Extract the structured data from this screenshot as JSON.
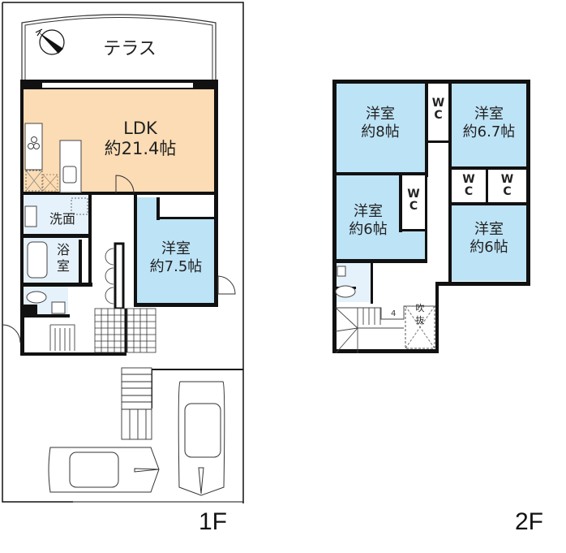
{
  "colors": {
    "ldk_fill": "#fbdcb4",
    "western_room_fill": "#bde3f6",
    "wet_area_fill": "#e6f2fb",
    "wall": "#111111",
    "background": "#ffffff"
  },
  "floor1": {
    "label": "1F",
    "terrace": {
      "label": "テラス"
    },
    "compass": {
      "icon": "north-arrow-icon"
    },
    "ldk": {
      "name": "LDK",
      "size": "約21.4帖"
    },
    "washroom": {
      "label": "洗面"
    },
    "bathroom": {
      "line1": "浴",
      "line2": "室"
    },
    "western_room": {
      "name": "洋室",
      "size": "約7.5帖"
    },
    "parking": {
      "cars": 2
    }
  },
  "floor2": {
    "label": "2F",
    "rooms": [
      {
        "name": "洋室",
        "size": "約8帖"
      },
      {
        "name": "洋室",
        "size": "約6.7帖"
      },
      {
        "name": "洋室",
        "size": "約6帖"
      },
      {
        "name": "洋室",
        "size": "約6帖"
      }
    ],
    "closets": [
      {
        "line1": "W",
        "line2": "C"
      },
      {
        "line1": "W",
        "line2": "C"
      },
      {
        "line1": "W",
        "line2": "C"
      },
      {
        "line1": "W",
        "line2": "C"
      }
    ],
    "stair_step": "4",
    "void": {
      "line1": "吹",
      "line2": "抜"
    }
  }
}
